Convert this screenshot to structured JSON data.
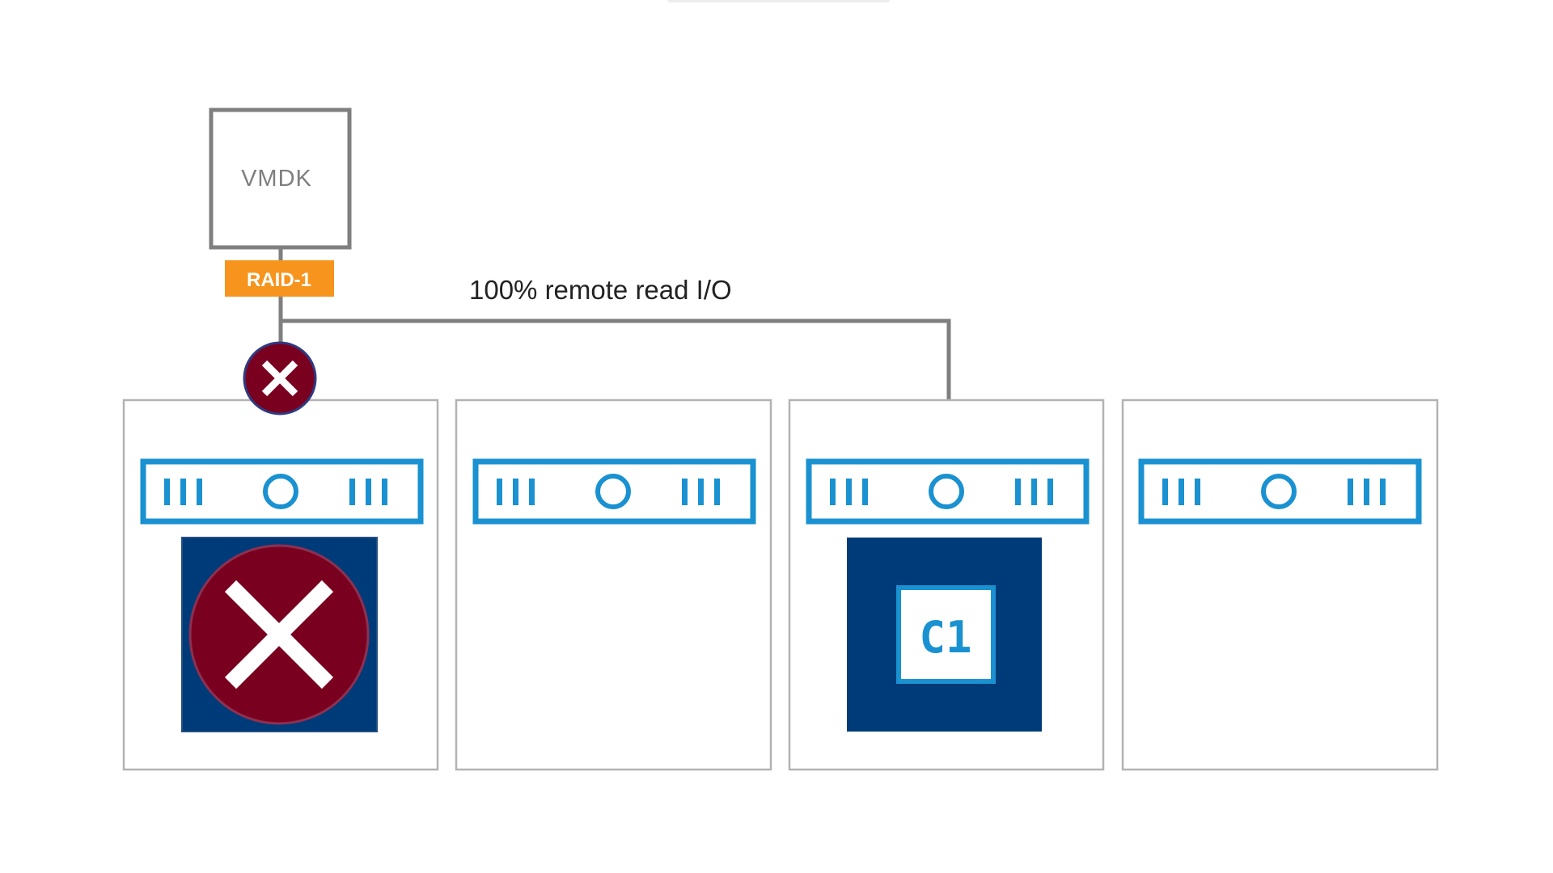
{
  "vmdk": {
    "label": "VMDK"
  },
  "raid": {
    "label": "RAID-1"
  },
  "remote_io": {
    "label": "100% remote read I/O"
  },
  "component": {
    "label": "C1"
  },
  "hosts": [
    {
      "status": "failed",
      "has_component": true
    },
    {
      "status": "ok",
      "has_component": false
    },
    {
      "status": "ok",
      "has_component": true
    },
    {
      "status": "ok",
      "has_component": false
    }
  ],
  "colors": {
    "raid_badge": "#f7941d",
    "host_border": "#b3b3b3",
    "server_blue": "#1a91d0",
    "disk_navy": "#003b79",
    "failure_red": "#7a0020",
    "line_gray": "#7f7f80"
  }
}
